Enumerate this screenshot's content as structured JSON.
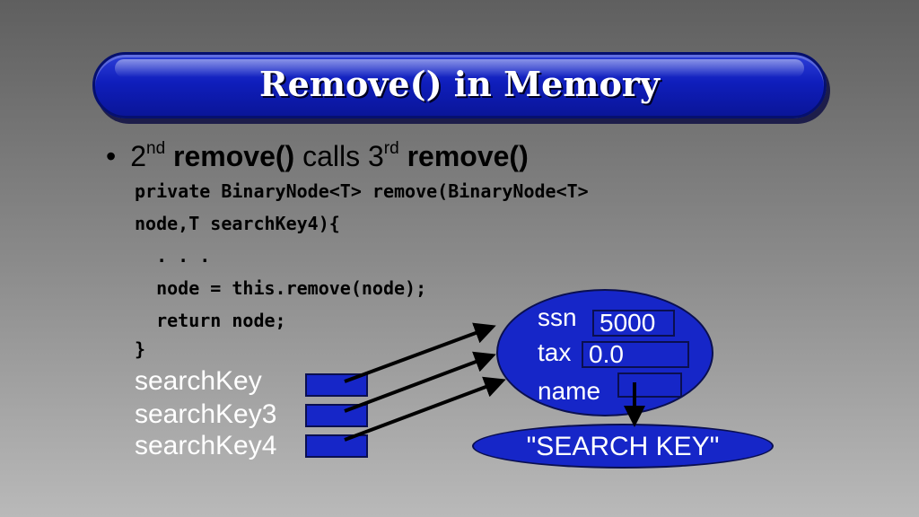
{
  "title": "Remove() in Memory",
  "bullet": {
    "n1": "2",
    "sup1": "nd",
    "func1": "remove()",
    "mid": " calls 3",
    "sup2": "rd",
    "func2": "remove()"
  },
  "code_lines": [
    "private BinaryNode<T> remove(BinaryNode<T>",
    "node,T searchKey4){",
    "  . . .",
    "  node = this.remove(node);",
    "  return node;",
    "}"
  ],
  "variables": [
    "searchKey",
    "searchKey3",
    "searchKey4"
  ],
  "object": {
    "fields": [
      {
        "label": "ssn",
        "value": "5000"
      },
      {
        "label": "tax",
        "value": "0.0"
      },
      {
        "label": "name",
        "value": ""
      }
    ]
  },
  "string_value": "\"SEARCH KEY\"",
  "colors": {
    "box_fill": "#1626c8",
    "arrow": "#000000",
    "title_bar": "#0f1ebc"
  }
}
